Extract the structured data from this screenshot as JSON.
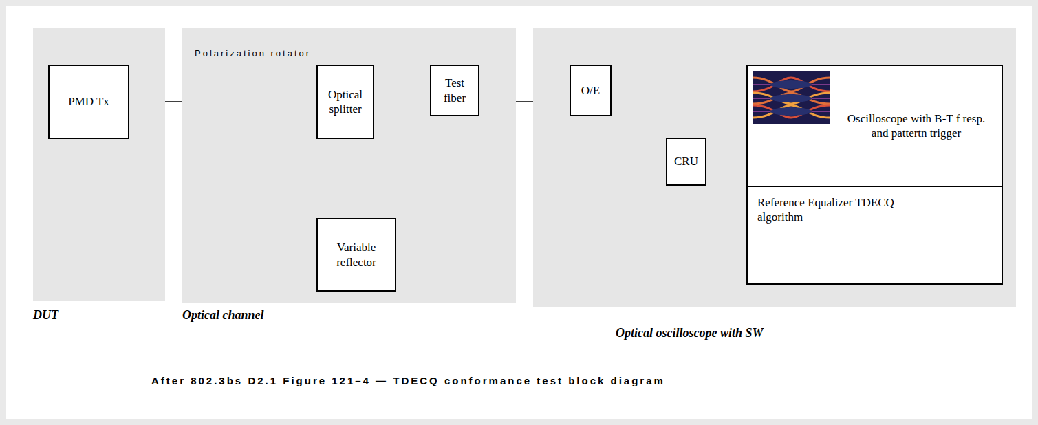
{
  "diagram": {
    "caption": "After 802.3bs D2.1 Figure 121–4 — TDECQ conformance test block diagram",
    "nodes": [
      {
        "text": [
          "DUT"
        ]
      },
      {
        "text": [
          "PMD Tx"
        ],
        "in": 0
      },
      {
        "text": [
          "Optical channel"
        ]
      },
      {
        "text": [
          "Optical splitter"
        ],
        "in": 2
      },
      {
        "text": [
          "Test fiber"
        ],
        "in": 2
      },
      {
        "text": [
          "Variable reflector"
        ],
        "in": 2
      },
      {
        "text": [
          "Optical oscilloscope with SW"
        ]
      },
      {
        "text": [
          "O/E"
        ],
        "in": 6
      },
      {
        "text": [
          "CRU"
        ],
        "in": 6
      },
      {
        "text": [
          "Oscilloscope with B-T f resp. and pattertn trigger"
        ],
        "in": 6
      },
      {
        "text": [
          "Reference Equalizer TDECQ algorithm"
        ],
        "in": 6
      }
    ],
    "edges": [
      {
        "from": 1,
        "to": 3,
        "arrow": "to"
      },
      {
        "from": 3,
        "to": 4,
        "arrow": "to"
      },
      {
        "from": 3,
        "to": 5,
        "arrow": "both"
      },
      {
        "from": 4,
        "to": 7,
        "arrow": "to"
      },
      {
        "from": 7,
        "to": 9,
        "arrow": "to"
      },
      {
        "from": 7,
        "to": 8,
        "arrow": "to"
      },
      {
        "from": 8,
        "to": 9,
        "arrow": "to"
      }
    ],
    "labels": [
      "Polarization rotator"
    ]
  }
}
